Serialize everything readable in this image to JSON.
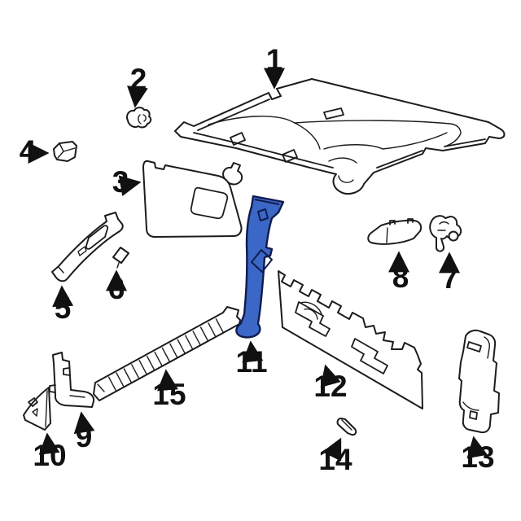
{
  "image": {
    "type": "exploded-parts-diagram",
    "background_color": "#ffffff",
    "line_color": "#1c1c1c",
    "label_color": "#111111",
    "highlight_part_fill": "#3b67c7",
    "highlight_part_stroke": "#101b4d"
  },
  "parts": [
    {
      "number": "1",
      "shape": "headliner-panel"
    },
    {
      "number": "2",
      "shape": "retainer-clip"
    },
    {
      "number": "3",
      "shape": "sun-visor"
    },
    {
      "number": "4",
      "shape": "hook-clip"
    },
    {
      "number": "5",
      "shape": "a-pillar-trim"
    },
    {
      "number": "6",
      "shape": "square-clip"
    },
    {
      "number": "7",
      "shape": "bracket"
    },
    {
      "number": "8",
      "shape": "visor-retainer"
    },
    {
      "number": "9",
      "shape": "cowl-side-trim"
    },
    {
      "number": "10",
      "shape": "kick-panel-trim"
    },
    {
      "number": "11",
      "shape": "b-pillar-trim-highlighted"
    },
    {
      "number": "12",
      "shape": "back-panel-trim"
    },
    {
      "number": "13",
      "shape": "c-pillar-trim"
    },
    {
      "number": "14",
      "shape": "pin-clip"
    },
    {
      "number": "15",
      "shape": "door-sill-scuff-plate"
    }
  ],
  "callouts": [
    {
      "label": "1"
    },
    {
      "label": "2"
    },
    {
      "label": "3"
    },
    {
      "label": "4"
    },
    {
      "label": "5"
    },
    {
      "label": "6"
    },
    {
      "label": "7"
    },
    {
      "label": "8"
    },
    {
      "label": "9"
    },
    {
      "label": "10"
    },
    {
      "label": "11"
    },
    {
      "label": "12"
    },
    {
      "label": "13"
    },
    {
      "label": "14"
    },
    {
      "label": "15"
    }
  ]
}
